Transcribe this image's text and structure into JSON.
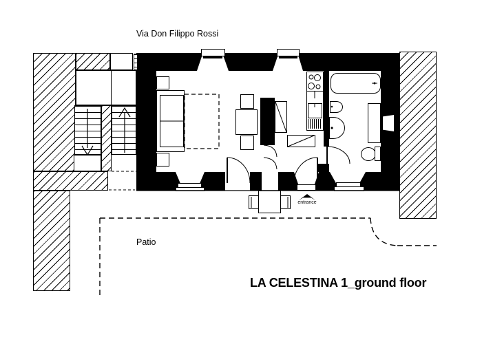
{
  "page": {
    "background": "#ffffff",
    "ink": "#000000"
  },
  "labels": {
    "street": "Via Don Filippo Rossi",
    "patio": "Patio",
    "entrance": "entrance"
  },
  "title": {
    "text": "LA CELESTINA 1_ground floor"
  }
}
